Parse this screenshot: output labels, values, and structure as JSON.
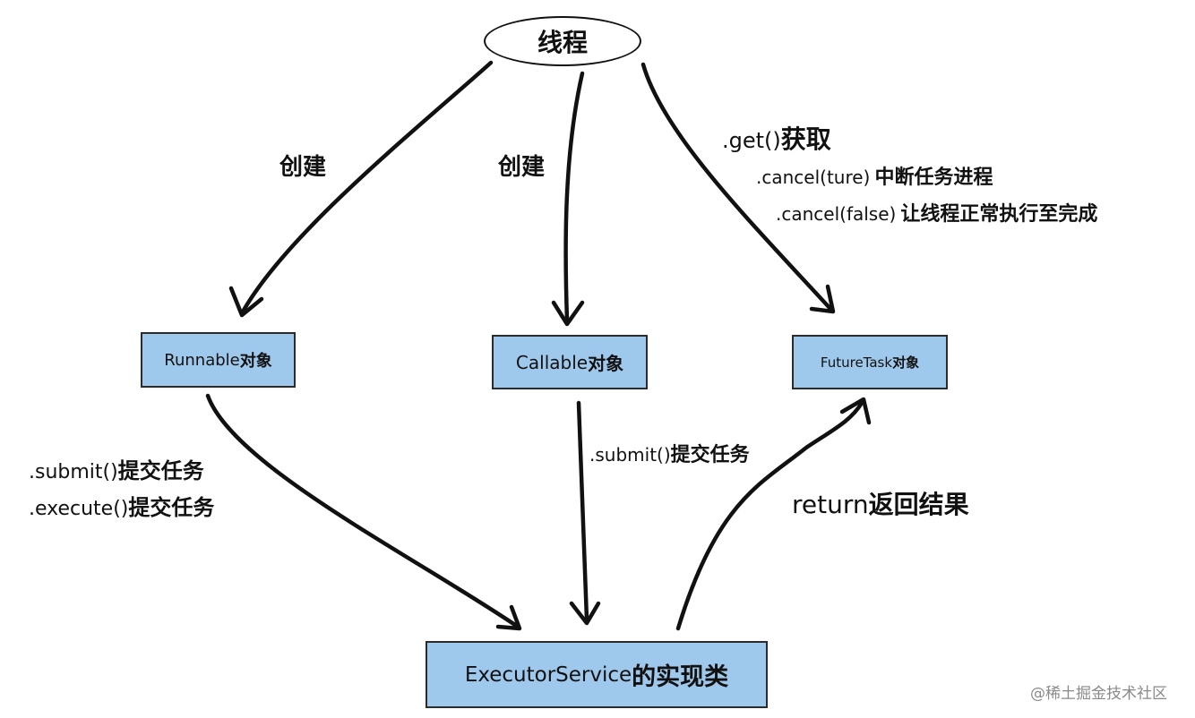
{
  "thread": {
    "label": "线程"
  },
  "labels": {
    "create_left": "创建",
    "create_middle": "创建",
    "get": {
      "method": ".get()",
      "text": "获取"
    },
    "cancel_true": {
      "method": ".cancel(ture)",
      "text": "中断任务进程"
    },
    "cancel_false": {
      "method": ".cancel(false)",
      "text": "让线程正常执行至完成"
    },
    "submit_left": {
      "method": ".submit()",
      "text": "提交任务"
    },
    "execute_left": {
      "method": ".execute()",
      "text": "提交任务"
    },
    "submit_middle": {
      "method": ".submit()",
      "text": "提交任务"
    },
    "return_result": {
      "method": "return",
      "text": "返回结果"
    }
  },
  "nodes": {
    "runnable": {
      "name": "Runnable",
      "suffix": "对象"
    },
    "callable": {
      "name": "Callable",
      "suffix": "对象"
    },
    "futuretask": {
      "name": "FutureTask",
      "suffix": "对象"
    },
    "executor": {
      "name": "ExecutorService",
      "suffix": "的实现类"
    }
  },
  "watermark": "@稀土掘金技术社区",
  "colors": {
    "box_fill": "#9fc9ec",
    "line": "#111111",
    "watermark": "#8a8a8a"
  }
}
